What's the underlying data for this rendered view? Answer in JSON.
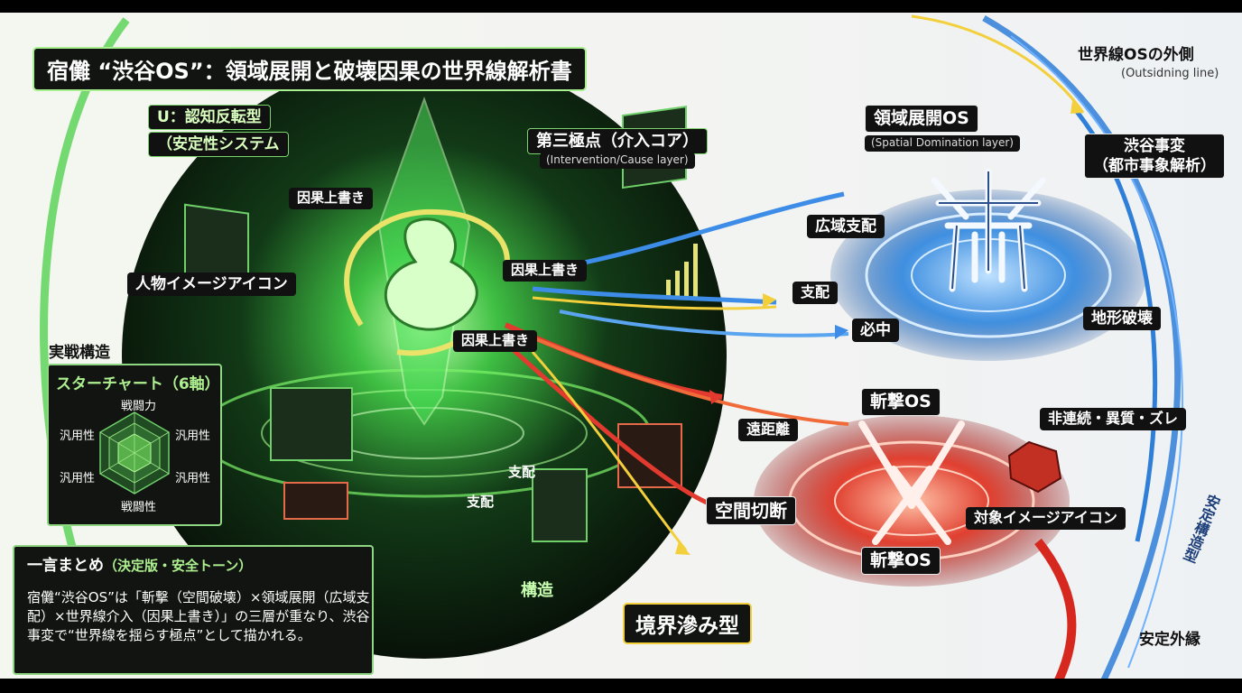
{
  "title": "宿儺 “渋谷OS”：領域展開と破壊因果の世界線解析書",
  "outer": {
    "title": "世界線OSの外側",
    "subtitle": "(Outsidning line)"
  },
  "type_u": {
    "line1": "U：認知反転型",
    "line2": "（安定性システム"
  },
  "third_pole": {
    "title": "第三極点（介入コア）",
    "subtitle": "(Intervention/Cause layer)"
  },
  "labels": {
    "causal_1": "因果上書き",
    "causal_2": "因果上書き",
    "causal_3": "因果上書き",
    "person_icon": "人物イメージアイコン",
    "domain_os": "領域展開OS",
    "domain_sub": "(Spatial Domination layer)",
    "shibuya": "渋谷事変\n（都市事象解析）",
    "wide_control": "広域支配",
    "control_1": "支配",
    "sure_hit": "必中",
    "terrain": "地形破壊",
    "slash_os_top": "斬撃OS",
    "long_range": "遠距離",
    "discontinuity": "非連続・異質・ズレ",
    "space_cut": "空間切断",
    "target_icon": "対象イメージアイコン",
    "slash_os_bottom": "斬撃OS",
    "control_2": "支配",
    "control_3": "支配",
    "structure": "構造",
    "boundary": "境界滲み型",
    "stable_edge": "安定外縁",
    "stable_struct": "安定構造型",
    "practical": "実戦構造"
  },
  "star_chart": {
    "title": "スターチャート（6軸）",
    "axes": [
      "戦闘力",
      "汎用性",
      "汎用性",
      "戦闘性",
      "汎用性",
      "汎用性"
    ]
  },
  "summary": {
    "heading": "一言まとめ",
    "tag": "（決定版・安全トーン）",
    "body": "宿儺“渋谷OS”は「斬撃（空間破壊）×領域展開（広域支配）×世界線介入（因果上書き）」の三層が重なり、渋谷事変で“世界線を揺らす極点”として描かれる。"
  },
  "colors": {
    "green": "#5ed45a",
    "blue": "#2f7fd8",
    "red": "#e23a2e",
    "gold": "#f3cf3b"
  }
}
